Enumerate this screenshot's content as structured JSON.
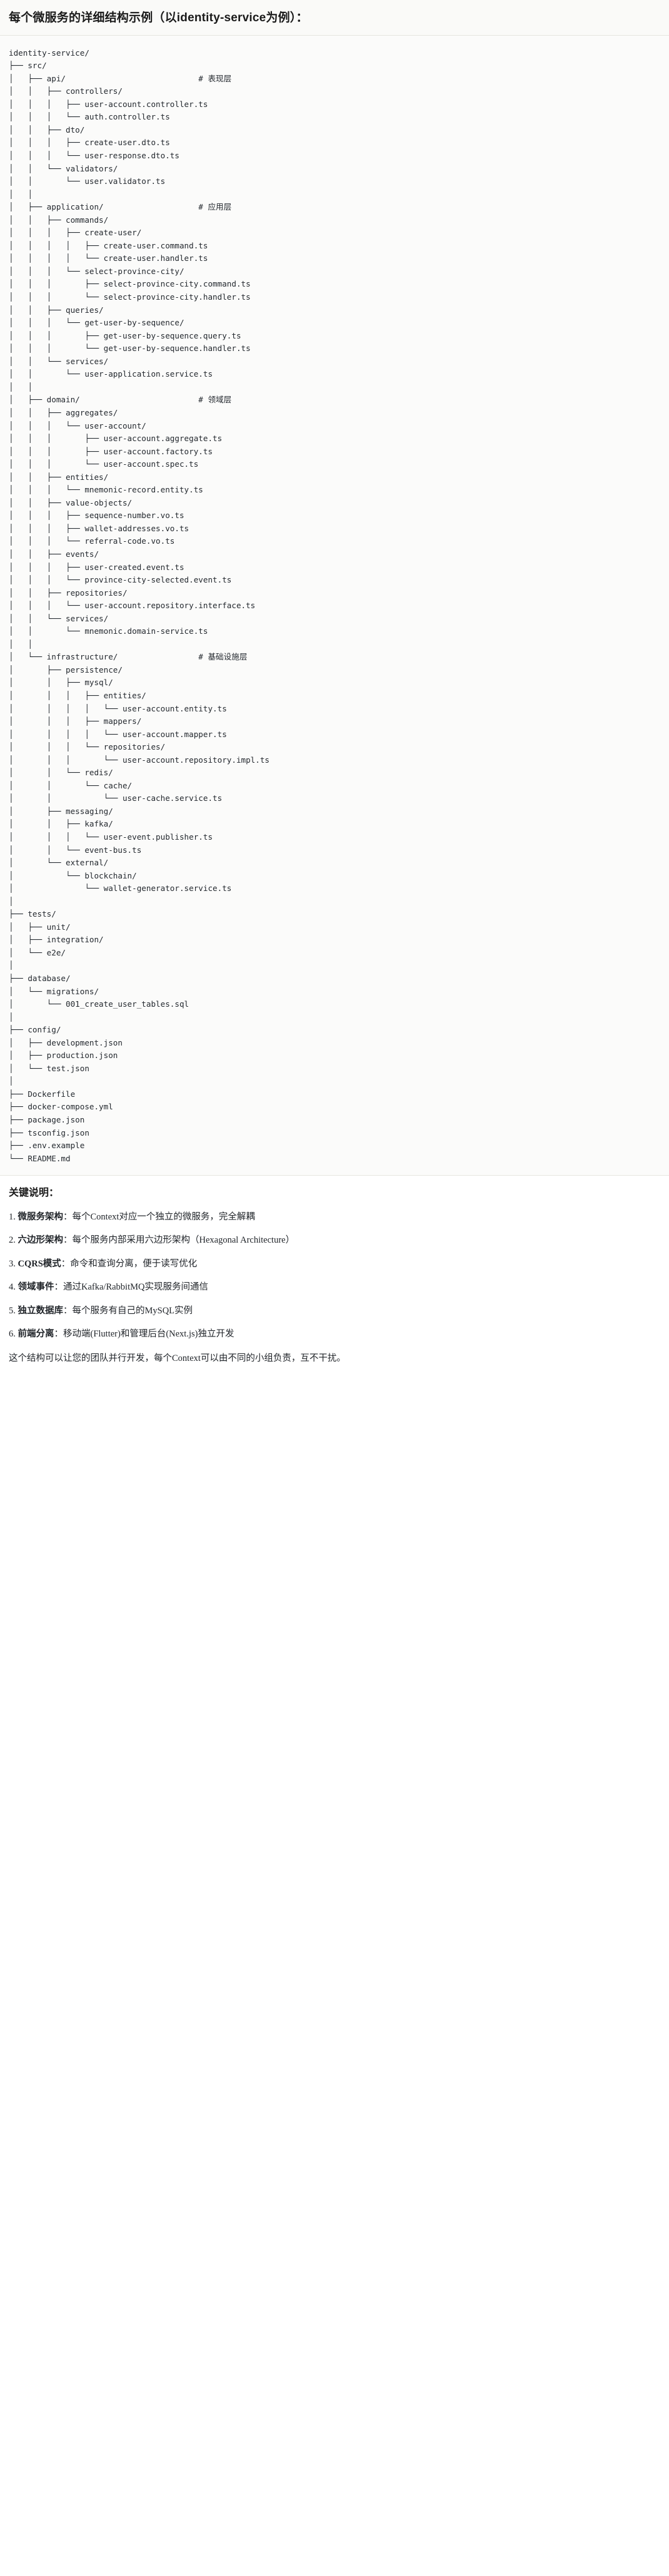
{
  "heading": "每个微服务的详细结构示例（以identity-service为例）：",
  "tree": {
    "root": "identity-service/",
    "lines": [
      {
        "prefix": "identity-service/",
        "comment": ""
      },
      {
        "prefix": "├── src/",
        "comment": ""
      },
      {
        "prefix": "│   ├── api/",
        "comment": "# 表现层"
      },
      {
        "prefix": "│   │   ├── controllers/",
        "comment": ""
      },
      {
        "prefix": "│   │   │   ├── user-account.controller.ts",
        "comment": ""
      },
      {
        "prefix": "│   │   │   └── auth.controller.ts",
        "comment": ""
      },
      {
        "prefix": "│   │   ├── dto/",
        "comment": ""
      },
      {
        "prefix": "│   │   │   ├── create-user.dto.ts",
        "comment": ""
      },
      {
        "prefix": "│   │   │   └── user-response.dto.ts",
        "comment": ""
      },
      {
        "prefix": "│   │   └── validators/",
        "comment": ""
      },
      {
        "prefix": "│   │       └── user.validator.ts",
        "comment": ""
      },
      {
        "prefix": "│   │",
        "comment": ""
      },
      {
        "prefix": "│   ├── application/",
        "comment": "# 应用层"
      },
      {
        "prefix": "│   │   ├── commands/",
        "comment": ""
      },
      {
        "prefix": "│   │   │   ├── create-user/",
        "comment": ""
      },
      {
        "prefix": "│   │   │   │   ├── create-user.command.ts",
        "comment": ""
      },
      {
        "prefix": "│   │   │   │   └── create-user.handler.ts",
        "comment": ""
      },
      {
        "prefix": "│   │   │   └── select-province-city/",
        "comment": ""
      },
      {
        "prefix": "│   │   │       ├── select-province-city.command.ts",
        "comment": ""
      },
      {
        "prefix": "│   │   │       └── select-province-city.handler.ts",
        "comment": ""
      },
      {
        "prefix": "│   │   ├── queries/",
        "comment": ""
      },
      {
        "prefix": "│   │   │   └── get-user-by-sequence/",
        "comment": ""
      },
      {
        "prefix": "│   │   │       ├── get-user-by-sequence.query.ts",
        "comment": ""
      },
      {
        "prefix": "│   │   │       └── get-user-by-sequence.handler.ts",
        "comment": ""
      },
      {
        "prefix": "│   │   └── services/",
        "comment": ""
      },
      {
        "prefix": "│   │       └── user-application.service.ts",
        "comment": ""
      },
      {
        "prefix": "│   │",
        "comment": ""
      },
      {
        "prefix": "│   ├── domain/",
        "comment": "# 领域层"
      },
      {
        "prefix": "│   │   ├── aggregates/",
        "comment": ""
      },
      {
        "prefix": "│   │   │   └── user-account/",
        "comment": ""
      },
      {
        "prefix": "│   │   │       ├── user-account.aggregate.ts",
        "comment": ""
      },
      {
        "prefix": "│   │   │       ├── user-account.factory.ts",
        "comment": ""
      },
      {
        "prefix": "│   │   │       └── user-account.spec.ts",
        "comment": ""
      },
      {
        "prefix": "│   │   ├── entities/",
        "comment": ""
      },
      {
        "prefix": "│   │   │   └── mnemonic-record.entity.ts",
        "comment": ""
      },
      {
        "prefix": "│   │   ├── value-objects/",
        "comment": ""
      },
      {
        "prefix": "│   │   │   ├── sequence-number.vo.ts",
        "comment": ""
      },
      {
        "prefix": "│   │   │   ├── wallet-addresses.vo.ts",
        "comment": ""
      },
      {
        "prefix": "│   │   │   └── referral-code.vo.ts",
        "comment": ""
      },
      {
        "prefix": "│   │   ├── events/",
        "comment": ""
      },
      {
        "prefix": "│   │   │   ├── user-created.event.ts",
        "comment": ""
      },
      {
        "prefix": "│   │   │   └── province-city-selected.event.ts",
        "comment": ""
      },
      {
        "prefix": "│   │   ├── repositories/",
        "comment": ""
      },
      {
        "prefix": "│   │   │   └── user-account.repository.interface.ts",
        "comment": ""
      },
      {
        "prefix": "│   │   └── services/",
        "comment": ""
      },
      {
        "prefix": "│   │       └── mnemonic.domain-service.ts",
        "comment": ""
      },
      {
        "prefix": "│   │",
        "comment": ""
      },
      {
        "prefix": "│   └── infrastructure/",
        "comment": "# 基础设施层"
      },
      {
        "prefix": "│       ├── persistence/",
        "comment": ""
      },
      {
        "prefix": "│       │   ├── mysql/",
        "comment": ""
      },
      {
        "prefix": "│       │   │   ├── entities/",
        "comment": ""
      },
      {
        "prefix": "│       │   │   │   └── user-account.entity.ts",
        "comment": ""
      },
      {
        "prefix": "│       │   │   ├── mappers/",
        "comment": ""
      },
      {
        "prefix": "│       │   │   │   └── user-account.mapper.ts",
        "comment": ""
      },
      {
        "prefix": "│       │   │   └── repositories/",
        "comment": ""
      },
      {
        "prefix": "│       │   │       └── user-account.repository.impl.ts",
        "comment": ""
      },
      {
        "prefix": "│       │   └── redis/",
        "comment": ""
      },
      {
        "prefix": "│       │       └── cache/",
        "comment": ""
      },
      {
        "prefix": "│       │           └── user-cache.service.ts",
        "comment": ""
      },
      {
        "prefix": "│       ├── messaging/",
        "comment": ""
      },
      {
        "prefix": "│       │   ├── kafka/",
        "comment": ""
      },
      {
        "prefix": "│       │   │   └── user-event.publisher.ts",
        "comment": ""
      },
      {
        "prefix": "│       │   └── event-bus.ts",
        "comment": ""
      },
      {
        "prefix": "│       └── external/",
        "comment": ""
      },
      {
        "prefix": "│           └── blockchain/",
        "comment": ""
      },
      {
        "prefix": "│               └── wallet-generator.service.ts",
        "comment": ""
      },
      {
        "prefix": "│",
        "comment": ""
      },
      {
        "prefix": "├── tests/",
        "comment": ""
      },
      {
        "prefix": "│   ├── unit/",
        "comment": ""
      },
      {
        "prefix": "│   ├── integration/",
        "comment": ""
      },
      {
        "prefix": "│   └── e2e/",
        "comment": ""
      },
      {
        "prefix": "│",
        "comment": ""
      },
      {
        "prefix": "├── database/",
        "comment": ""
      },
      {
        "prefix": "│   └── migrations/",
        "comment": ""
      },
      {
        "prefix": "│       └── 001_create_user_tables.sql",
        "comment": ""
      },
      {
        "prefix": "│",
        "comment": ""
      },
      {
        "prefix": "├── config/",
        "comment": ""
      },
      {
        "prefix": "│   ├── development.json",
        "comment": ""
      },
      {
        "prefix": "│   ├── production.json",
        "comment": ""
      },
      {
        "prefix": "│   └── test.json",
        "comment": ""
      },
      {
        "prefix": "│",
        "comment": ""
      },
      {
        "prefix": "├── Dockerfile",
        "comment": ""
      },
      {
        "prefix": "├── docker-compose.yml",
        "comment": ""
      },
      {
        "prefix": "├── package.json",
        "comment": ""
      },
      {
        "prefix": "├── tsconfig.json",
        "comment": ""
      },
      {
        "prefix": "├── .env.example",
        "comment": ""
      },
      {
        "prefix": "└── README.md",
        "comment": ""
      }
    ],
    "comment_column": 40
  },
  "notes": {
    "title": "关键说明：",
    "items": [
      {
        "num": "1.",
        "term": "微服务架构",
        "sep": "：",
        "body": "每个Context对应一个独立的微服务，完全解耦"
      },
      {
        "num": "2.",
        "term": "六边形架构",
        "sep": "：",
        "body": "每个服务内部采用六边形架构（Hexagonal Architecture）"
      },
      {
        "num": "3.",
        "term": "CQRS模式",
        "sep": "：",
        "body": "命令和查询分离，便于读写优化"
      },
      {
        "num": "4.",
        "term": "领域事件",
        "sep": "：",
        "body": "通过Kafka/RabbitMQ实现服务间通信"
      },
      {
        "num": "5.",
        "term": "独立数据库",
        "sep": "：",
        "body": "每个服务有自己的MySQL实例"
      },
      {
        "num": "6.",
        "term": "前端分离",
        "sep": "：",
        "body": "移动端(Flutter)和管理后台(Next.js)独立开发"
      }
    ],
    "closing": "这个结构可以让您的团队并行开发，每个Context可以由不同的小组负责，互不干扰。"
  }
}
